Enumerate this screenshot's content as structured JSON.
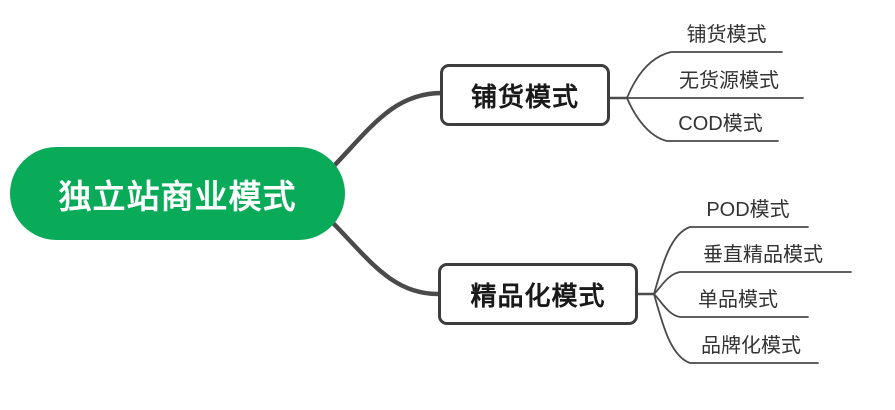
{
  "diagram": {
    "type": "mindmap",
    "root": {
      "label": "独立站商业模式"
    },
    "branches": [
      {
        "label": "铺货模式",
        "children": [
          {
            "label": "铺货模式"
          },
          {
            "label": "无货源模式"
          },
          {
            "label": "COD模式"
          }
        ]
      },
      {
        "label": "精品化模式",
        "children": [
          {
            "label": "POD模式"
          },
          {
            "label": "垂直精品模式"
          },
          {
            "label": "单品模式"
          },
          {
            "label": "品牌化模式"
          }
        ]
      }
    ]
  },
  "colors": {
    "canvas_bg": "#ffffff",
    "root_bg": "#0aab58",
    "root_text": "#ffffff",
    "line": "#4a4a4a",
    "node_border": "#3d3d3d",
    "node_text": "#1a1a1a",
    "leaf_text": "#333333"
  }
}
